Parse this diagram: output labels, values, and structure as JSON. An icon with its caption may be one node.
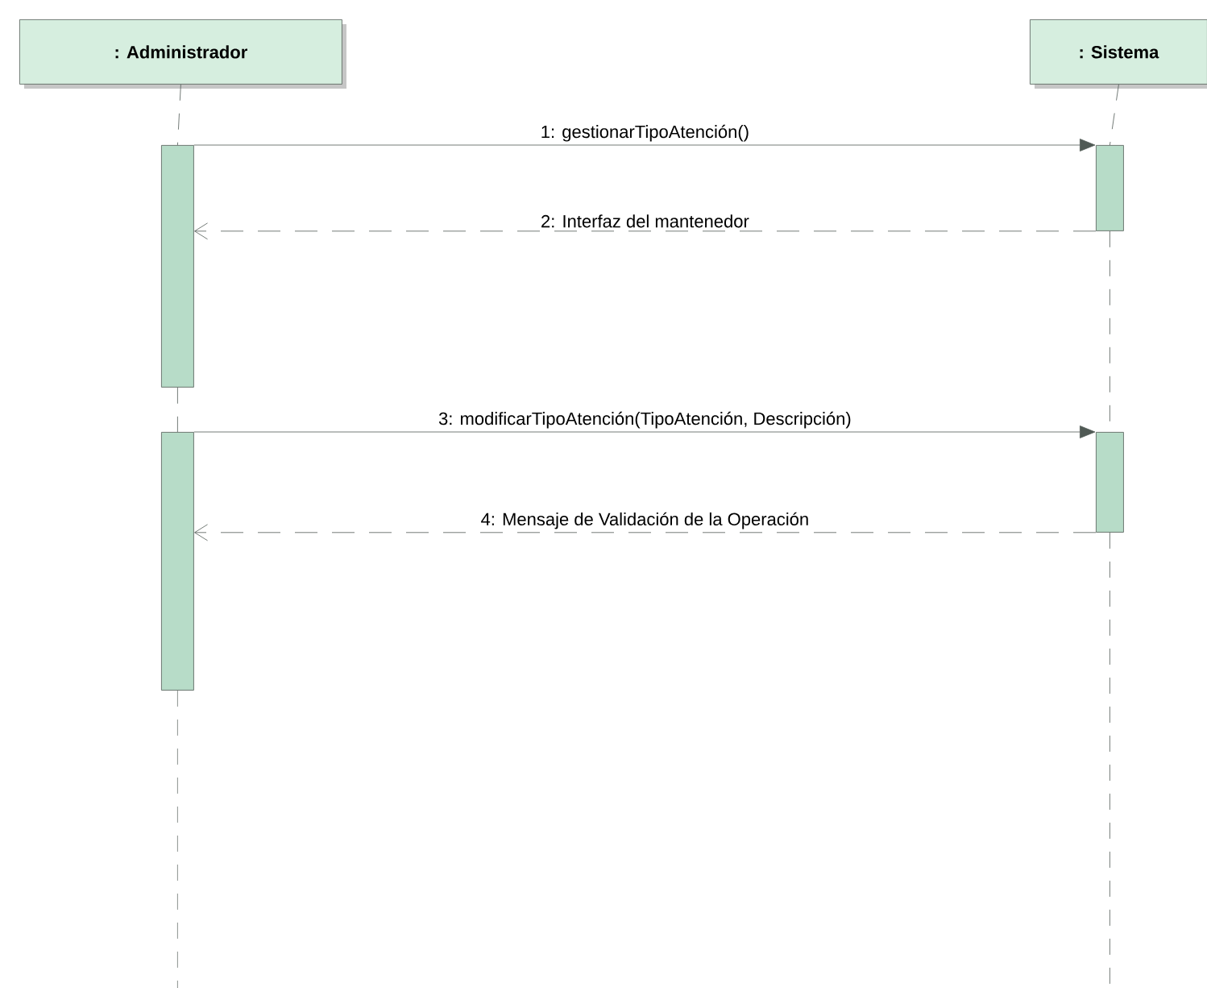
{
  "diagram": {
    "nodes": [
      {
        "text": [
          ": Administrador"
        ]
      },
      {
        "text": [
          ": Sistema"
        ]
      },
      {
        "text": [],
        "shape": "bar"
      },
      {
        "text": [],
        "shape": "bar"
      },
      {
        "text": [],
        "shape": "bar"
      },
      {
        "text": [],
        "shape": "bar"
      }
    ],
    "edges": [
      {
        "from": 2,
        "to": 3,
        "arrow": "to",
        "label": "1: gestionarTipoAtención()"
      },
      {
        "from": 3,
        "to": 2,
        "arrow": "to",
        "style": "dashed",
        "label": "2: Interfaz del mantenedor"
      },
      {
        "from": 4,
        "to": 5,
        "arrow": "to",
        "label": "3: modificarTipoAtención(TipoAtención, Descripción)"
      },
      {
        "from": 5,
        "to": 4,
        "arrow": "to",
        "style": "dashed",
        "label": "4: Mensaje de Validación de la Operación"
      },
      {
        "from": 0,
        "to": 2,
        "arrow": "none",
        "style": "dashed"
      },
      {
        "from": 2,
        "to": 4,
        "arrow": "none",
        "style": "dashed"
      },
      {
        "from": 4,
        "to": null,
        "arrow": "none",
        "style": "dashed"
      },
      {
        "from": 1,
        "to": 3,
        "arrow": "none",
        "style": "dashed"
      },
      {
        "from": 3,
        "to": 5,
        "arrow": "none",
        "style": "dashed"
      },
      {
        "from": 5,
        "to": null,
        "arrow": "none",
        "style": "dashed"
      }
    ]
  }
}
